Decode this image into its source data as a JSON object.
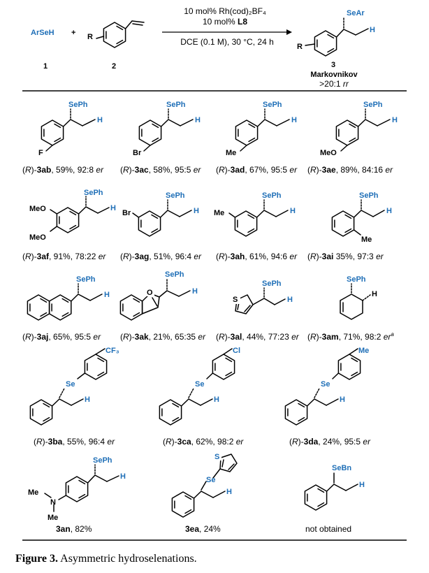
{
  "scheme": {
    "reactant1_name": "ArSeH",
    "reactant1_num": "1",
    "plus": "+",
    "reactant2_num": "2",
    "r_group": "R",
    "conditions_line1": "10 mol% Rh(cod)₂BF₄",
    "conditions_line2_prefix": "10 mol% ",
    "conditions_line2_ligand": "L8",
    "conditions_line3": "DCE (0.1 M), 30 °C, 24 h",
    "product_sub": "SeAr",
    "product_h": "H",
    "product_num": "3",
    "selectivity_title": "Markovnikov",
    "selectivity_ratio": ">20:1 ",
    "selectivity_ratio_unit": "rr"
  },
  "atoms": {
    "se_ph": "SePh",
    "se_bn": "SeBn",
    "se": "Se",
    "h": "H",
    "f": "F",
    "br": "Br",
    "me": "Me",
    "meo": "MeO",
    "cf3": "CF₃",
    "cl": "Cl",
    "o": "O",
    "s": "S",
    "n": "N"
  },
  "products": [
    {
      "id": "3ab",
      "prefix": "(R)-",
      "bold": "3ab",
      "rest": ", 59%, 92:8 ",
      "er": "er",
      "sup": ""
    },
    {
      "id": "3ac",
      "prefix": "(R)-",
      "bold": "3ac",
      "rest": ", 58%, 95:5 ",
      "er": "er",
      "sup": ""
    },
    {
      "id": "3ad",
      "prefix": "(R)-",
      "bold": "3ad",
      "rest": ", 67%, 95:5 ",
      "er": "er",
      "sup": ""
    },
    {
      "id": "3ae",
      "prefix": "(R)-",
      "bold": "3ae",
      "rest": ", 89%, 84:16 ",
      "er": "er",
      "sup": ""
    },
    {
      "id": "3af",
      "prefix": "(R)-",
      "bold": "3af",
      "rest": ", 91%, 78:22 ",
      "er": "er",
      "sup": ""
    },
    {
      "id": "3ag",
      "prefix": "(R)-",
      "bold": "3ag",
      "rest": ", 51%, 96:4 ",
      "er": "er",
      "sup": ""
    },
    {
      "id": "3ah",
      "prefix": "(R)-",
      "bold": "3ah",
      "rest": ", 61%, 94:6 ",
      "er": "er",
      "sup": ""
    },
    {
      "id": "3ai",
      "prefix": "(R)-",
      "bold": "3ai",
      "rest": " 35%, 97:3 ",
      "er": "er",
      "sup": ""
    },
    {
      "id": "3aj",
      "prefix": "(R)-",
      "bold": "3aj",
      "rest": ", 65%, 95:5 ",
      "er": "er",
      "sup": ""
    },
    {
      "id": "3ak",
      "prefix": "(R)-",
      "bold": "3ak",
      "rest": ", 21%, 65:35 ",
      "er": "er",
      "sup": ""
    },
    {
      "id": "3al",
      "prefix": "(R)-",
      "bold": "3al",
      "rest": ", 44%, 77:23 ",
      "er": "er",
      "sup": ""
    },
    {
      "id": "3am",
      "prefix": "(R)-",
      "bold": "3am",
      "rest": ", 71%, 98:2 ",
      "er": "er",
      "sup": "a"
    },
    {
      "id": "3ba",
      "prefix": "(R)-",
      "bold": "3ba",
      "rest": ", 55%, 96:4 ",
      "er": "er",
      "sup": ""
    },
    {
      "id": "3ca",
      "prefix": "(R)-",
      "bold": "3ca",
      "rest": ", 62%, 98:2 ",
      "er": "er",
      "sup": ""
    },
    {
      "id": "3da",
      "prefix": "(R)-",
      "bold": "3da",
      "rest": ", 24%, 95:5 ",
      "er": "er",
      "sup": ""
    },
    {
      "id": "3an",
      "prefix": "",
      "bold": "3an",
      "rest": ", 82%",
      "er": "",
      "sup": ""
    },
    {
      "id": "3ea",
      "prefix": "",
      "bold": "3ea",
      "rest": ", 24%",
      "er": "",
      "sup": ""
    },
    {
      "id": "none",
      "prefix": "",
      "bold": "",
      "rest": "not obtained",
      "er": "",
      "sup": ""
    }
  ],
  "caption": {
    "label": "Figure 3.",
    "text": " Asymmetric hydroselenations."
  },
  "colors": {
    "accent": "#1f6fb7",
    "text": "#000000"
  }
}
